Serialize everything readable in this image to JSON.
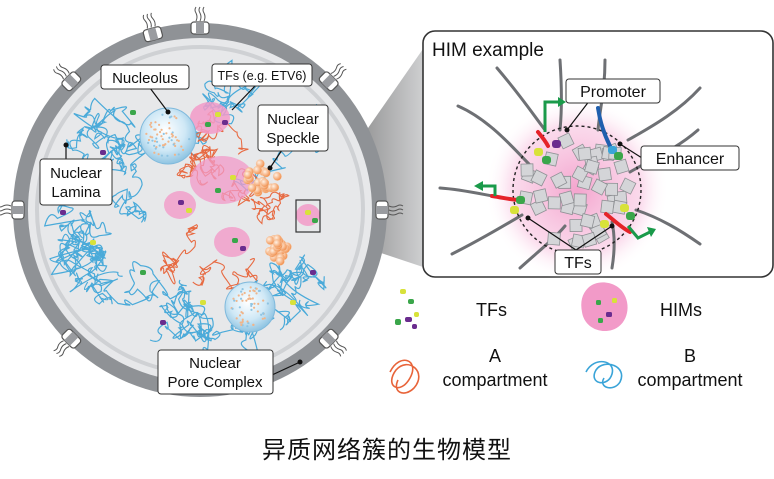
{
  "caption": "异质网络簇的生物模型",
  "cell_labels": {
    "nucleolus": "Nucleolus",
    "tfs_example": "TFs (e.g. ETV6)",
    "nuclear_speckle_line1": "Nuclear",
    "nuclear_speckle_line2": "Speckle",
    "nuclear_lamina_line1": "Nuclear",
    "nuclear_lamina_line2": "Lamina",
    "pore_line1": "Nuclear",
    "pore_line2": "Pore Complex"
  },
  "inset": {
    "title": "HIM example",
    "promoter": "Promoter",
    "enhancer": "Enhancer",
    "tfs": "TFs"
  },
  "legend": {
    "tfs": "TFs",
    "hims": "HIMs",
    "a_line1": "A",
    "a_line2": "compartment",
    "b_line1": "B",
    "b_line2": "compartment"
  },
  "colors": {
    "nucleus_fill": "#e7e8ea",
    "envelope": "#8f9296",
    "a_compartment": "#e8643a",
    "b_compartment": "#3aa4d8",
    "him_pink": "#f29ac8",
    "speckle": "#f6a86f",
    "promoter_red": "#e52329",
    "enhancer_blue": "#1f5fae",
    "arrow_green": "#1a9a4a",
    "tf_yellow": "#d8e23a",
    "tf_green": "#3aa64a",
    "tf_purple": "#6a2c8e"
  }
}
